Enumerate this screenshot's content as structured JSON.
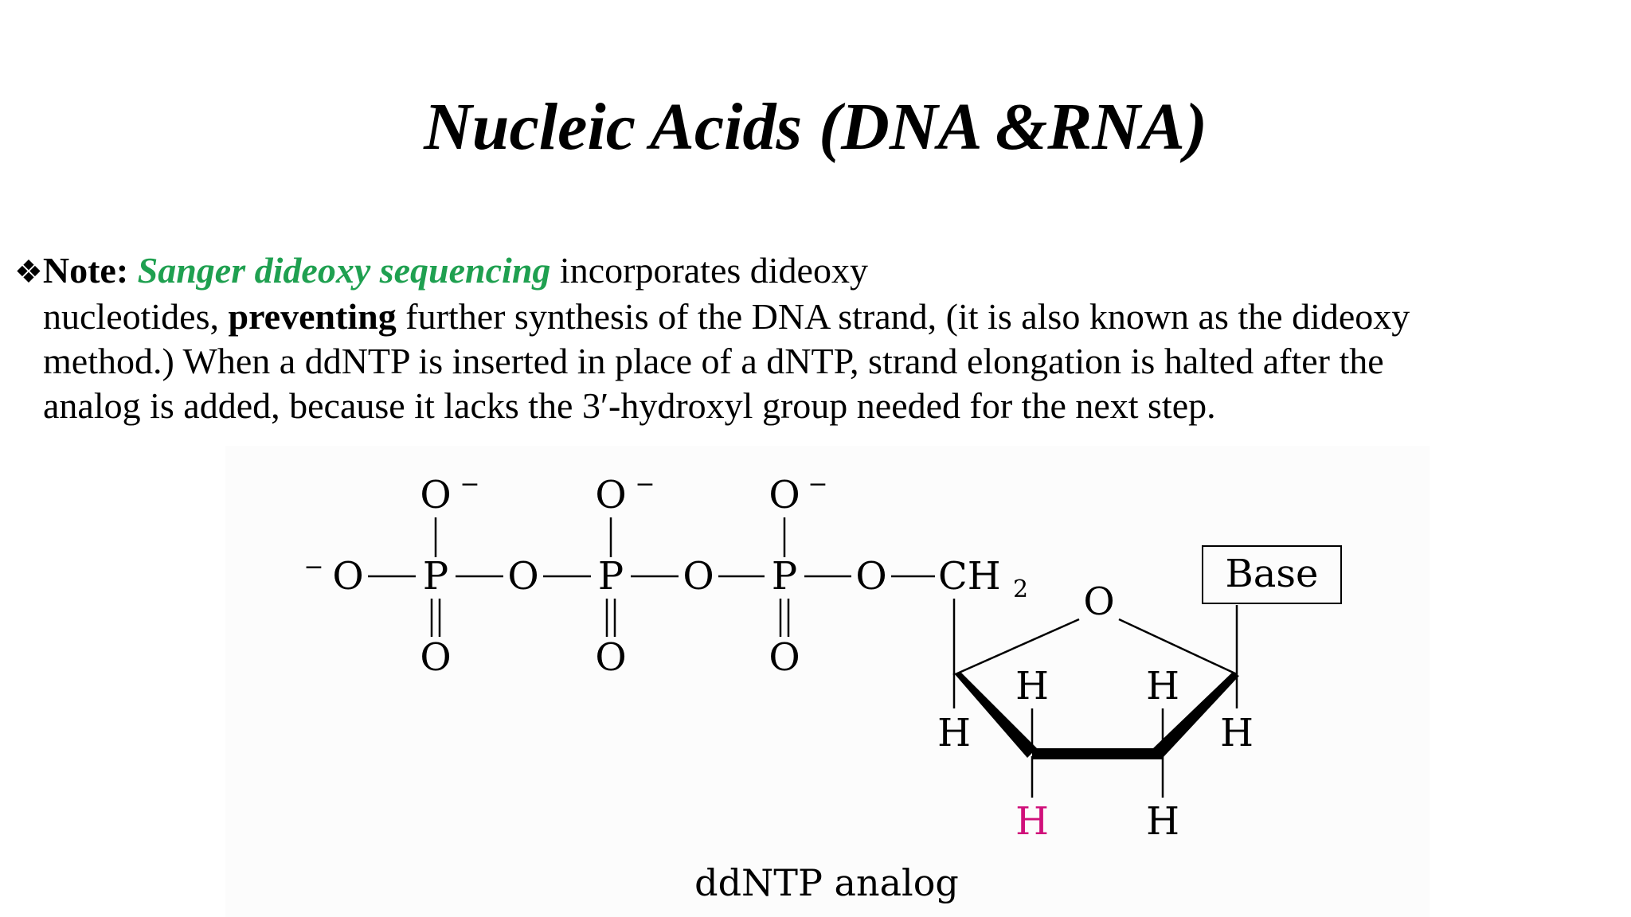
{
  "slide": {
    "title": "Nucleic Acids (DNA &RNA)"
  },
  "note": {
    "bullet_icon": "four-diamond-bullet-icon",
    "bullet_glyph": "❖",
    "label": "Note:",
    "highlight": "Sanger dideoxy sequencing",
    "highlight_color": "#1fa050",
    "line1_rest": " incorporates dideoxy",
    "line2_start": "nucleotides, ",
    "line2_bold": "preventing",
    "line2_rest": " further synthesis of the DNA strand, (it is also known as the dideoxy",
    "line3": "method.) When a ddNTP is inserted in place of a dNTP, strand elongation is halted after the",
    "line4": "analog is added, because it lacks the 3′-hydroxyl group needed for the next step."
  },
  "diagram": {
    "caption": "ddNTP analog",
    "atoms": {
      "minus": "−",
      "oxygen": "O",
      "phosphorus": "P",
      "ch2": "CH",
      "ch2_subscript": "2",
      "hydrogen": "H",
      "base": "Base"
    },
    "colors": {
      "missing_3prime_h": "#d0107a"
    }
  }
}
